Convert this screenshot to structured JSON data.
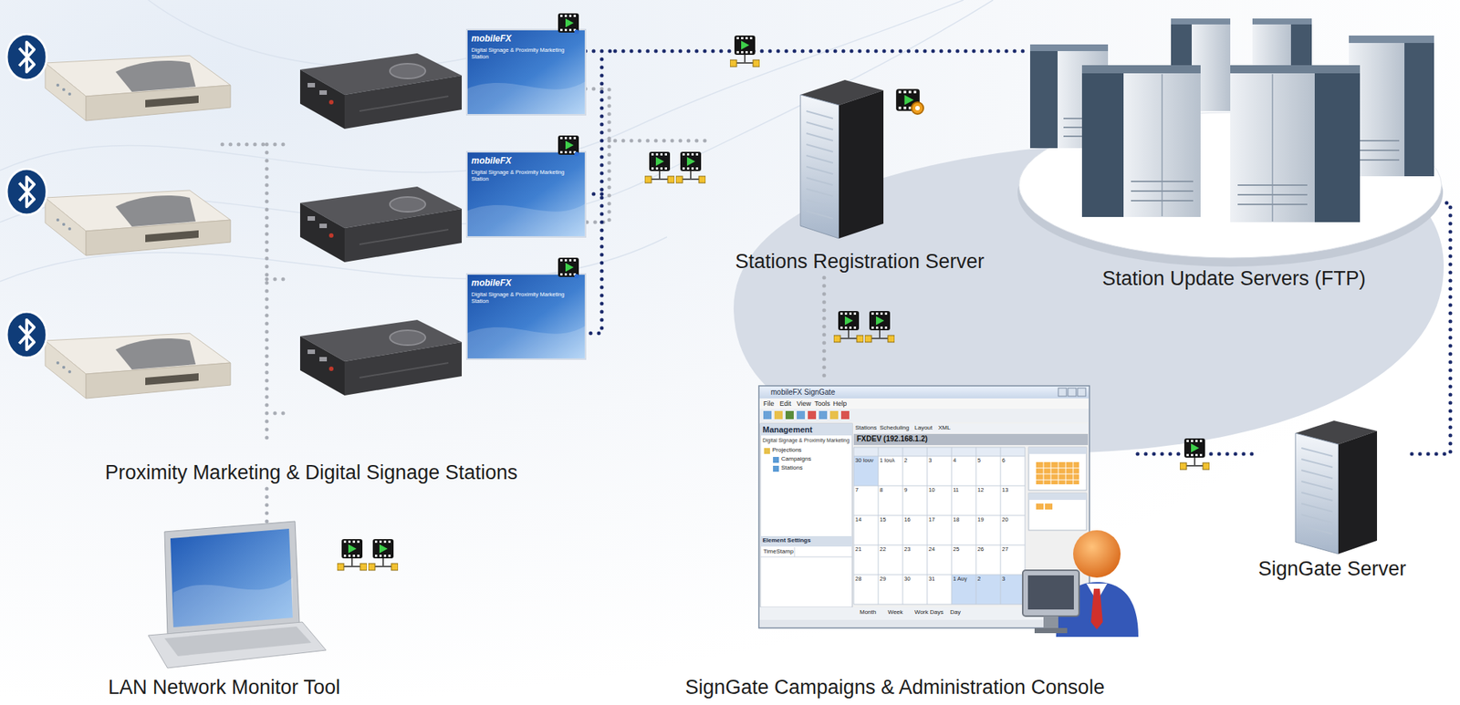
{
  "diagram": {
    "nodes": [
      {
        "text": [
          "Proximity Marketing & Digital Signage Stations"
        ]
      },
      {
        "text": [
          "Stations Registration Server"
        ]
      },
      {
        "text": [
          "Station Update Servers (FTP)"
        ]
      },
      {
        "text": [
          "SignGate Campaigns & Administration Console"
        ]
      },
      {
        "text": [
          "SignGate Server"
        ]
      },
      {
        "text": [
          "LAN Network Monitor Tool"
        ]
      }
    ],
    "edges": [
      {
        "from": 0,
        "to": 1,
        "arrow": "none"
      },
      {
        "from": 0,
        "to": 2,
        "arrow": "none"
      },
      {
        "from": 1,
        "to": 3,
        "arrow": "none"
      },
      {
        "from": 3,
        "to": 4,
        "arrow": "none"
      },
      {
        "from": 4,
        "to": 2,
        "arrow": "none"
      },
      {
        "from": 0,
        "to": 5,
        "arrow": "none"
      }
    ],
    "labels": [
      "mobileFX",
      "Digital Signage & Proximity Marketing Station",
      "mobileFX",
      "Digital Signage & Proximity Marketing Station",
      "mobileFX",
      "Digital Signage & Proximity Marketing Station",
      "mobileFX SignGate",
      "File",
      "Edit",
      "View",
      "Tools",
      "Help",
      "Management",
      "Digital Signage & Proximity Marketing",
      "Projections",
      "Campaigns",
      "Stations",
      "Stations",
      "Scheduling",
      "Layout",
      "XML",
      "FXDEV (192.168.1.2)",
      "Element Settings",
      "TimeStamp",
      "Month",
      "Week",
      "Work Days",
      "Day",
      "30 Ιουν",
      "1 Ιουλ",
      "2",
      "3",
      "4",
      "5",
      "6",
      "7",
      "8",
      "9",
      "10",
      "11",
      "12",
      "13",
      "14",
      "15",
      "16",
      "17",
      "18",
      "19",
      "20",
      "21",
      "22",
      "23",
      "24",
      "25",
      "26",
      "27",
      "28",
      "29",
      "30",
      "31",
      "1 Αυγ",
      "2",
      "3"
    ]
  }
}
